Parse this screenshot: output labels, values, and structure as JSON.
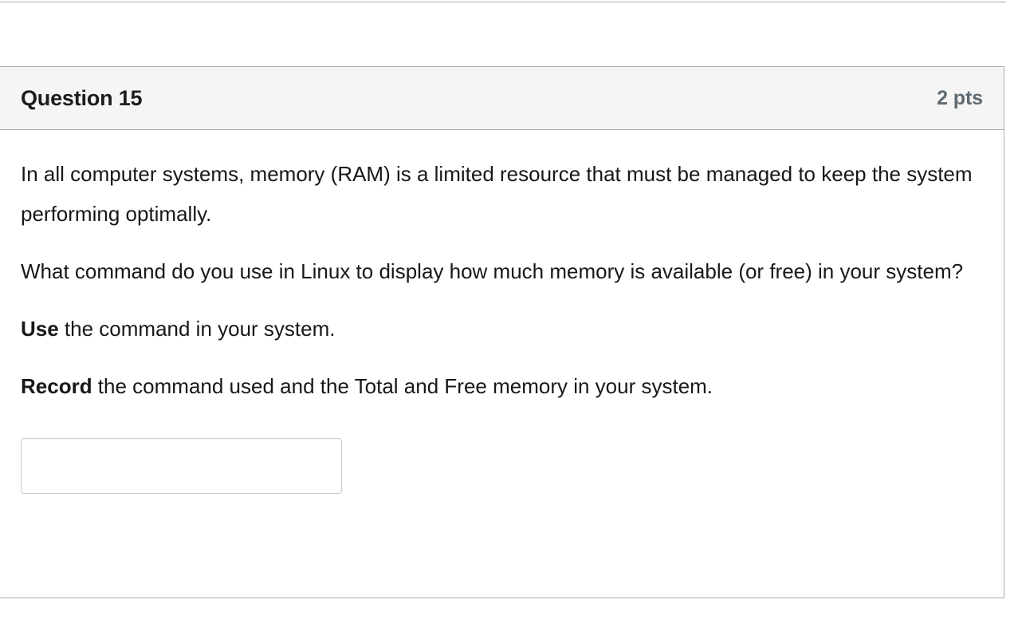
{
  "question": {
    "name": "Question 15",
    "points": "2 pts",
    "header_background": "#f5f5f5",
    "border_color": "#a5acb1",
    "points_color": "#5f6a72",
    "paragraphs": [
      {
        "lead": "",
        "text": "In all computer systems, memory (RAM) is a limited resource that must be managed to keep the system performing optimally."
      },
      {
        "lead": "",
        "text": "What command do you use in Linux to display how much memory is available (or free) in your system?"
      },
      {
        "lead": "Use",
        "text": " the command in your system."
      },
      {
        "lead": "Record",
        "text": " the command used and the Total and Free memory in your system."
      }
    ],
    "answer": {
      "value": "",
      "placeholder": ""
    }
  }
}
